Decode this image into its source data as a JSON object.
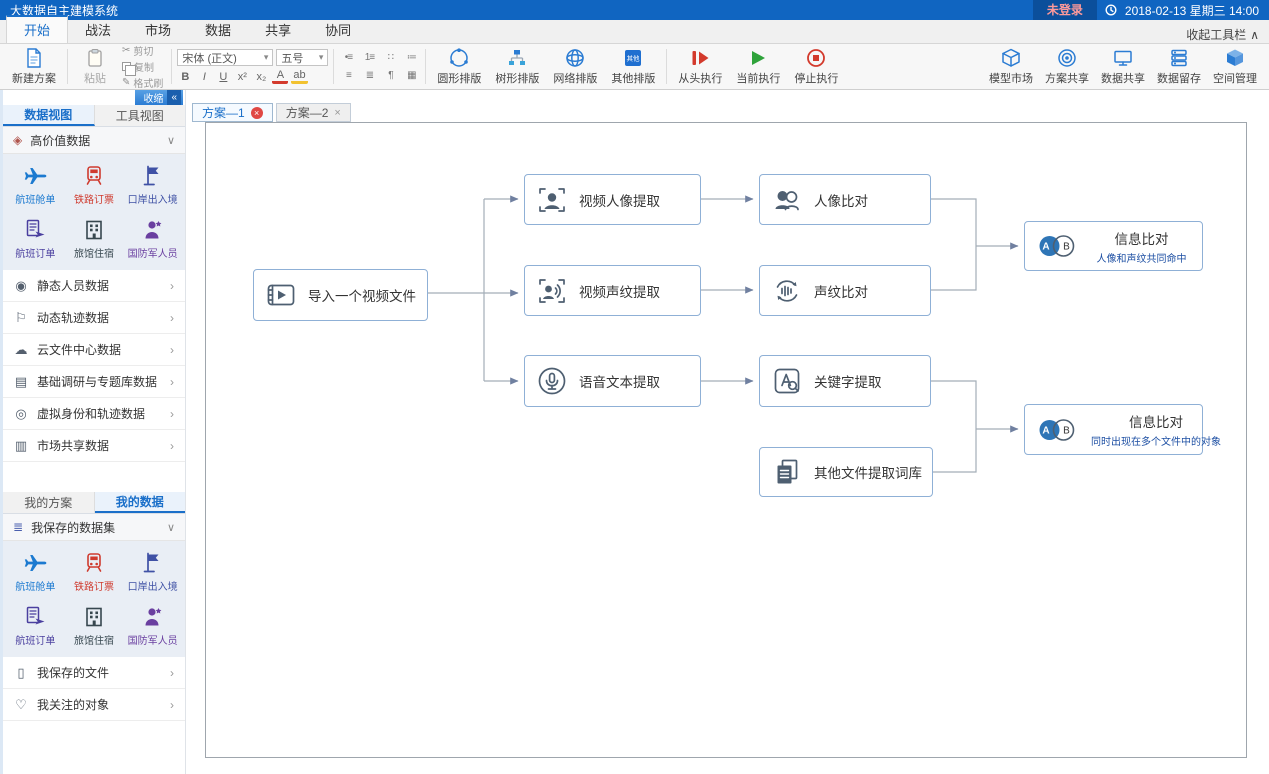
{
  "titlebar": {
    "title": "大数据自主建模系统",
    "login": "未登录",
    "datetime": "2018-02-13 星期三 14:00"
  },
  "icon_glyphs": {
    "cut": "✂",
    "painter": "✎",
    "dropdown": "▾",
    "chevron_down": "∨",
    "chevron_right": "›",
    "collapse_arrows": "«",
    "toolbar_up": "∧",
    "close": "×"
  },
  "ribbon": {
    "tabs": [
      {
        "label": "开始"
      },
      {
        "label": "战法"
      },
      {
        "label": "市场"
      },
      {
        "label": "数据"
      },
      {
        "label": "共享"
      },
      {
        "label": "协同"
      }
    ],
    "collapse_toolbar": "收起工具栏",
    "new_plan": "新建方案",
    "clipboard": {
      "paste": "粘贴",
      "cut": "剪切",
      "copy": "复制",
      "painter": "格式刷"
    },
    "font": {
      "family": "宋体 (正文)",
      "size": "五号",
      "glyphs": [
        "B",
        "I",
        "U",
        "x²",
        "x₂",
        "A",
        "ab"
      ]
    },
    "para_glyphs": [
      "•≡",
      "1≡",
      "∷",
      "≔",
      "≡",
      "≣",
      "¶",
      "▦"
    ],
    "other_icon_text": "其他",
    "layout_buttons": [
      {
        "label": "圆形排版"
      },
      {
        "label": "树形排版"
      },
      {
        "label": "网络排版"
      },
      {
        "label": "其他排版"
      }
    ],
    "run_buttons": [
      {
        "label": "从头执行"
      },
      {
        "label": "当前执行"
      },
      {
        "label": "停止执行"
      }
    ],
    "share_buttons": [
      {
        "label": "模型市场"
      },
      {
        "label": "方案共享"
      },
      {
        "label": "数据共享"
      },
      {
        "label": "数据留存"
      },
      {
        "label": "空间管理"
      }
    ]
  },
  "sidebar": {
    "collapse": "收缩",
    "view_tabs": [
      {
        "label": "数据视图"
      },
      {
        "label": "工具视图"
      }
    ],
    "high_value_icon": "◈",
    "high_value_title": "高价值数据",
    "datasets": [
      {
        "label": "航班舱单",
        "color": "#1c7ad0"
      },
      {
        "label": "铁路订票",
        "color": "#cf3a2e"
      },
      {
        "label": "口岸出入境",
        "color": "#3f51a5"
      },
      {
        "label": "航班订单",
        "color": "#4a3f9f"
      },
      {
        "label": "旅馆住宿",
        "color": "#37474f"
      },
      {
        "label": "国防军人员",
        "color": "#6a3fa0"
      }
    ],
    "sections": [
      {
        "label": "静态人员数据",
        "icon": "◉"
      },
      {
        "label": "动态轨迹数据",
        "icon": "⚐"
      },
      {
        "label": "云文件中心数据",
        "icon": "☁"
      },
      {
        "label": "基础调研与专题库数据",
        "icon": "▤"
      },
      {
        "label": "虚拟身份和轨迹数据",
        "icon": "◎"
      },
      {
        "label": "市场共享数据",
        "icon": "▥"
      }
    ],
    "my_tabs": [
      {
        "label": "我的方案"
      },
      {
        "label": "我的数据"
      }
    ],
    "saved_icon": "≣",
    "saved_title": "我保存的数据集",
    "my_sections": [
      {
        "label": "我保存的文件",
        "icon": "▯"
      },
      {
        "label": "我关注的对象",
        "icon": "♡"
      }
    ]
  },
  "main": {
    "plan_tabs": [
      {
        "label": "方案—1"
      },
      {
        "label": "方案—2"
      }
    ],
    "nodes": {
      "import": {
        "label": "导入一个视频文件"
      },
      "face_extract": {
        "label": "视频人像提取"
      },
      "voice_extract": {
        "label": "视频声纹提取"
      },
      "speech_text": {
        "label": "语音文本提取"
      },
      "face_compare": {
        "label": "人像比对"
      },
      "voice_compare": {
        "label": "声纹比对"
      },
      "keyword_extract": {
        "label": "关键字提取"
      },
      "file_lexicon": {
        "label": "其他文件提取词库"
      },
      "info_compare_face_voice": {
        "label": "信息比对",
        "subtitle": "人像和声纹共同命中"
      },
      "info_compare_files": {
        "label": "信息比对",
        "subtitle": "同时出现在多个文件中的对象"
      }
    },
    "venn_letters": {
      "a": "A",
      "b": "B"
    }
  },
  "colors": {
    "titlebar": "#1065c1",
    "accent": "#1a6fc9",
    "login_red": "#e05252",
    "node_border": "#8fb0d6",
    "wire": "#a3aeb8",
    "subtitle_blue": "#1d4fa3"
  }
}
